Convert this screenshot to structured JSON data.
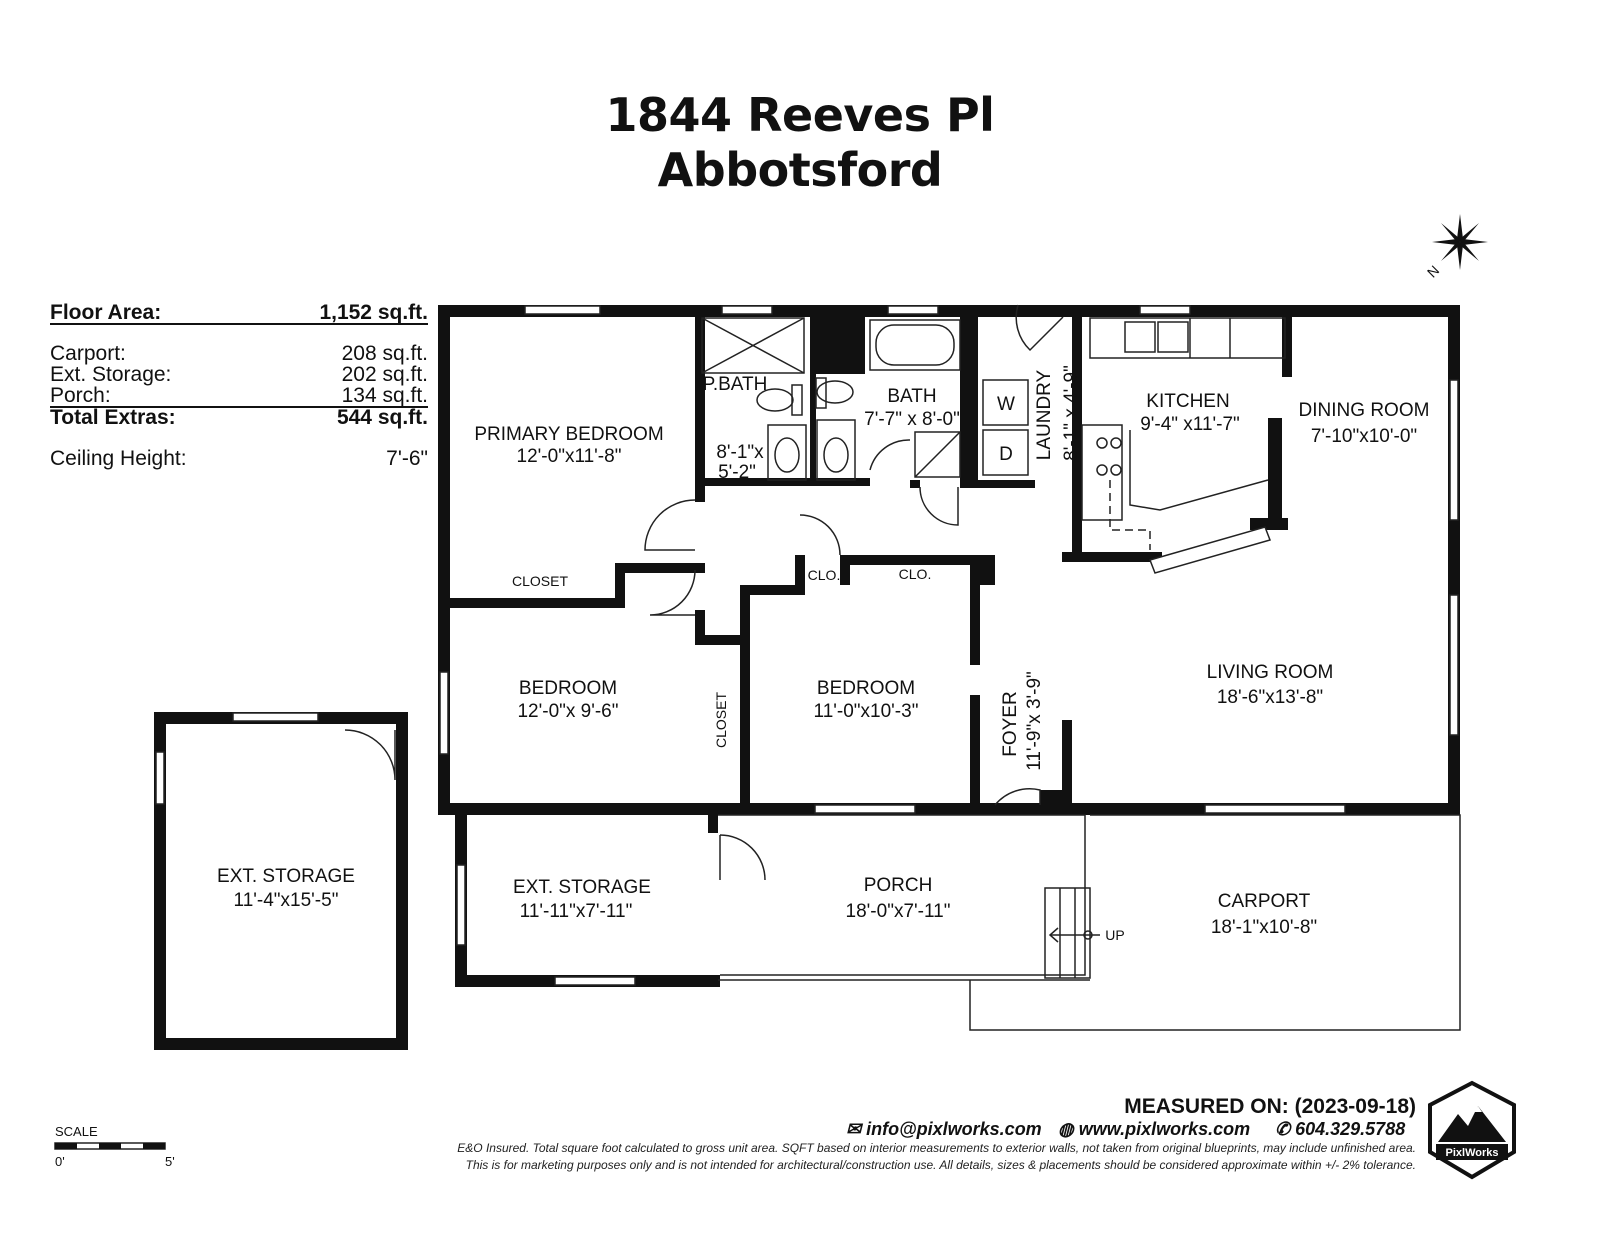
{
  "header": {
    "line1": "1844 Reeves Pl",
    "line2": "Abbotsford"
  },
  "area_table": {
    "floor_area_label": "Floor Area:",
    "floor_area_value": "1,152 sq.ft.",
    "carport_label": "Carport:",
    "carport_value": "208 sq.ft.",
    "ext_storage_label": "Ext. Storage:",
    "ext_storage_value": "202 sq.ft.",
    "porch_label": "Porch:",
    "porch_value": "134 sq.ft.",
    "total_label": "Total Extras:",
    "total_value": "544 sq.ft.",
    "ceiling_label": "Ceiling Height:",
    "ceiling_value": "7'-6\""
  },
  "rooms": {
    "primary_bedroom": {
      "name": "PRIMARY BEDROOM",
      "dims": "12'-0\"x11'-8\""
    },
    "p_bath": {
      "name": "P.BATH",
      "dims_line1": "8'-1\"x",
      "dims_line2": "5'-2\""
    },
    "bath": {
      "name": "BATH",
      "dims": "7'-7\" x 8'-0\""
    },
    "laundry": {
      "name": "LAUNDRY",
      "dims": "8'-1\" x 4'-9\""
    },
    "kitchen": {
      "name": "KITCHEN",
      "dims": "9'-4\" x11'-7\""
    },
    "dining": {
      "name": "DINING ROOM",
      "dims": "7'-10\"x10'-0\""
    },
    "living": {
      "name": "LIVING ROOM",
      "dims": "18'-6\"x13'-8\""
    },
    "bedroom2": {
      "name": "BEDROOM",
      "dims": "12'-0\"x 9'-6\""
    },
    "bedroom3": {
      "name": "BEDROOM",
      "dims": "11'-0\"x10'-3\""
    },
    "foyer": {
      "name": "FOYER",
      "dims": "11'-9\"x 3'-9\""
    },
    "ext_storage_detached": {
      "name": "EXT. STORAGE",
      "dims": "11'-4\"x15'-5\""
    },
    "ext_storage": {
      "name": "EXT. STORAGE",
      "dims": "11'-11\"x7'-11\""
    },
    "porch": {
      "name": "PORCH",
      "dims": "18'-0\"x7'-11\""
    },
    "carport": {
      "name": "CARPORT",
      "dims": "18'-1\"x10'-8\""
    }
  },
  "labels": {
    "closet_primary": "CLOSET",
    "closet_bedroom": "CLOSET",
    "clo1": "CLO.",
    "clo2": "CLO.",
    "washer": "W",
    "dryer": "D",
    "up": "UP",
    "north": "N"
  },
  "scale": {
    "label": "SCALE",
    "min": "0'",
    "max": "5'"
  },
  "footer": {
    "measured": "MEASURED ON: (2023-09-18)",
    "email": "info@pixlworks.com",
    "website": "www.pixlworks.com",
    "phone": "604.329.5788",
    "disclaimer1": "E&O Insured.  Total square foot calculated to gross unit area. SQFT based on interior measurements to exterior walls, not taken from original blueprints, may include unfinished area.",
    "disclaimer2": "This is for marketing purposes only and is not intended for architectural/construction use.  All details, sizes & placements should be considered approximate within +/- 2%  tolerance.",
    "logo_text": "PixlWorks"
  },
  "colors": {
    "wall": "#111111",
    "line": "#222222",
    "background": "#ffffff"
  }
}
